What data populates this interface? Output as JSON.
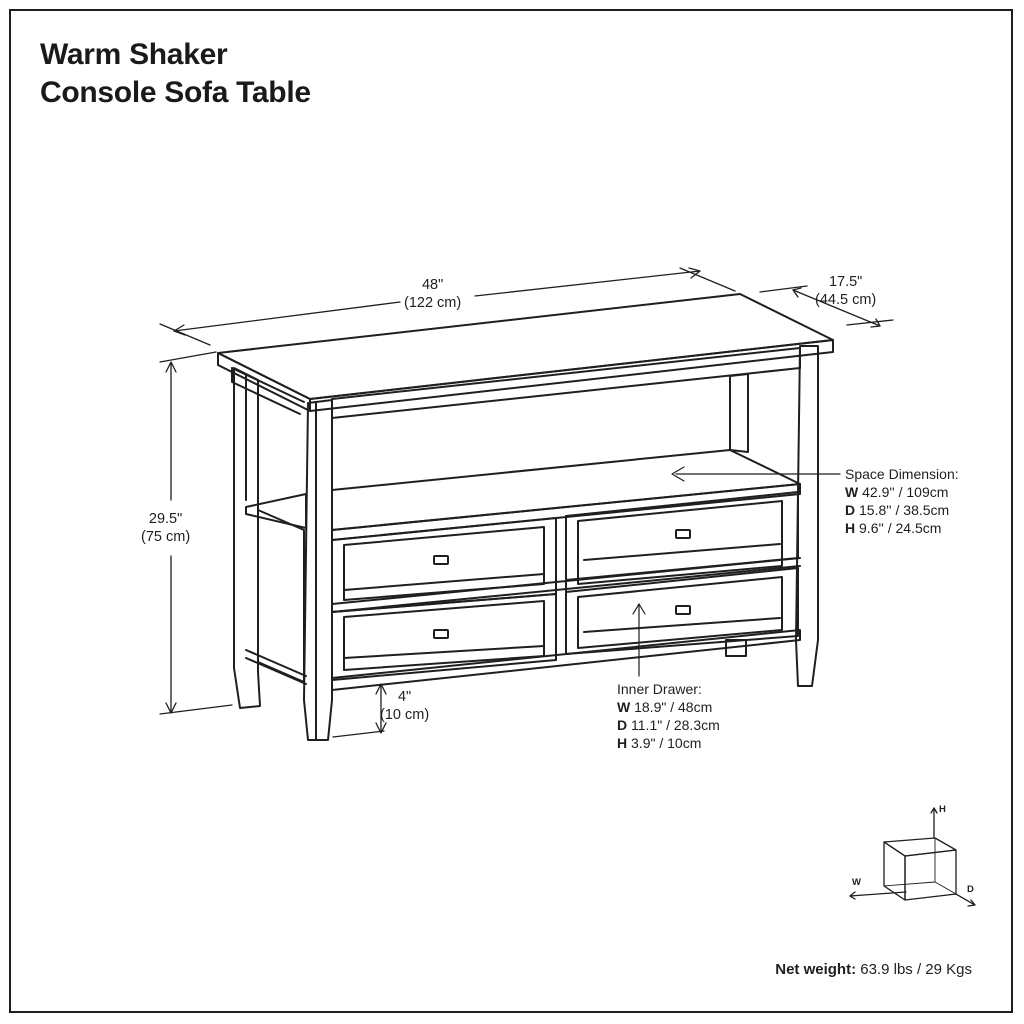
{
  "title": {
    "line1": "Warm Shaker",
    "line2": "Console Sofa Table"
  },
  "dimensions": {
    "width": {
      "in": "48\"",
      "cm": "(122 cm)"
    },
    "depth": {
      "in": "17.5\"",
      "cm": "(44.5 cm)"
    },
    "height": {
      "in": "29.5\"",
      "cm": "(75 cm)"
    },
    "clearance": {
      "in": "4\"",
      "cm": "(10 cm)"
    }
  },
  "space_dimension": {
    "heading": "Space Dimension:",
    "rows": [
      {
        "key": "W",
        "value": "42.9'' / 109cm"
      },
      {
        "key": "D",
        "value": "15.8'' / 38.5cm"
      },
      {
        "key": "H",
        "value": "9.6'' / 24.5cm"
      }
    ]
  },
  "inner_drawer": {
    "heading": "Inner Drawer:",
    "rows": [
      {
        "key": "W",
        "value": "18.9\" / 48cm"
      },
      {
        "key": "D",
        "value": "11.1\" / 28.3cm"
      },
      {
        "key": "H",
        "value": "3.9\" / 10cm"
      }
    ]
  },
  "axes": {
    "h": "H",
    "w": "W",
    "d": "D"
  },
  "net_weight": {
    "label": "Net weight:",
    "value": "63.9 lbs / 29 Kgs"
  },
  "colors": {
    "line": "#1f1f1f",
    "background": "#ffffff"
  }
}
